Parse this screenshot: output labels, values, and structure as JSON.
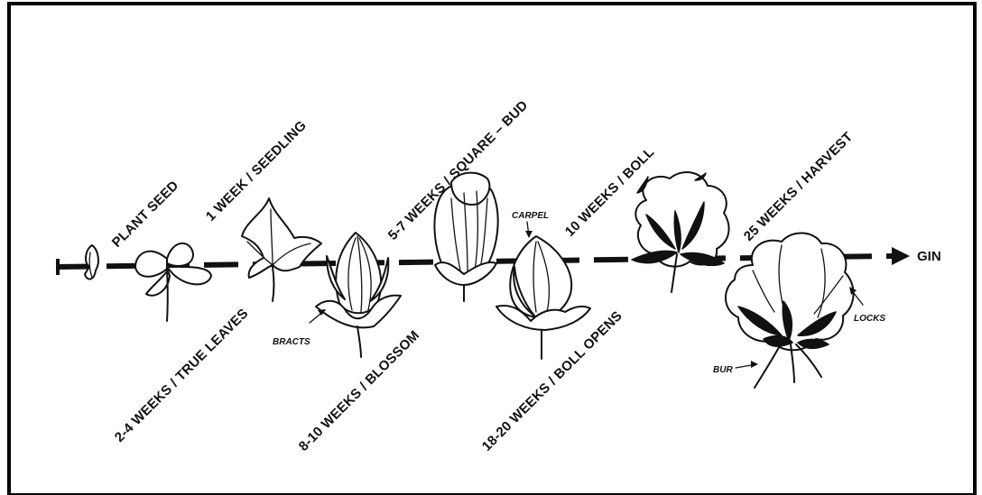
{
  "stages": {
    "plant_seed": "PLANT SEED",
    "seedling": "1 WEEK / SEEDLING",
    "true_leaves": "2-4 WEEKS / TRUE LEAVES",
    "square_bud": "5-7 WEEKS / SQUARE – BUD",
    "blossom": "8-10 WEEKS / BLOSSOM",
    "boll": "10 WEEKS / BOLL",
    "boll_opens": "18-20 WEEKS / BOLL OPENS",
    "harvest": "25 WEEKS / HARVEST"
  },
  "parts": {
    "bracts": "BRACTS",
    "carpel": "CARPEL",
    "locks": "LOCKS",
    "bur": "BUR"
  },
  "endpoint": "GIN",
  "colors": {
    "ink": "#111111",
    "background": "#ffffff"
  }
}
